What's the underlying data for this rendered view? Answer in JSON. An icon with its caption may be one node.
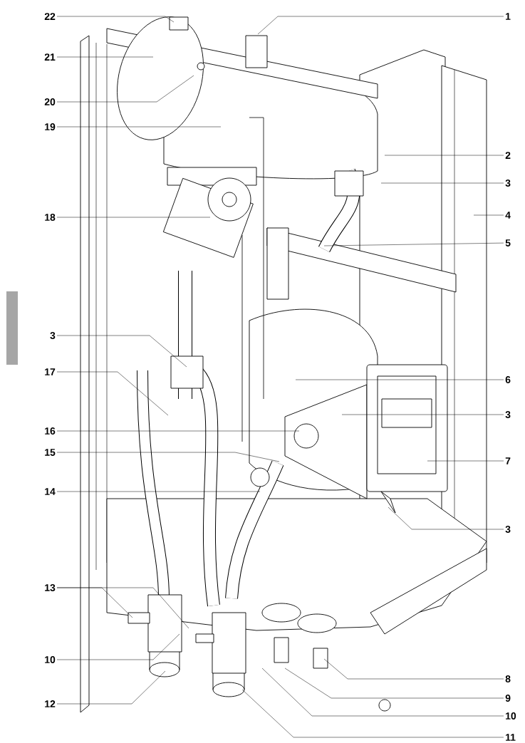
{
  "diagram": {
    "nodes": [
      {
        "text": [
          "22"
        ]
      },
      {
        "text": [
          "1"
        ]
      },
      {
        "text": [
          "21"
        ]
      },
      {
        "text": [
          "20"
        ]
      },
      {
        "text": [
          "19"
        ]
      },
      {
        "text": [
          "2"
        ]
      },
      {
        "text": [
          "3"
        ]
      },
      {
        "text": [
          "4"
        ]
      },
      {
        "text": [
          "18"
        ]
      },
      {
        "text": [
          "5"
        ]
      },
      {
        "text": [
          "3"
        ]
      },
      {
        "text": [
          "6"
        ]
      },
      {
        "text": [
          "17"
        ]
      },
      {
        "text": [
          "3"
        ]
      },
      {
        "text": [
          "16"
        ]
      },
      {
        "text": [
          "15"
        ]
      },
      {
        "text": [
          "7"
        ]
      },
      {
        "text": [
          "14"
        ]
      },
      {
        "text": [
          "3"
        ]
      },
      {
        "text": [
          "13"
        ]
      },
      {
        "text": [
          "8"
        ]
      },
      {
        "text": [
          "10"
        ]
      },
      {
        "text": [
          "9"
        ]
      },
      {
        "text": [
          "12"
        ]
      },
      {
        "text": [
          "10"
        ]
      },
      {
        "text": [
          "11"
        ]
      }
    ],
    "edges": [
      {
        "from": 0,
        "to": null,
        "arrow": "none"
      },
      {
        "from": 1,
        "to": null,
        "arrow": "none"
      },
      {
        "from": 2,
        "to": null,
        "arrow": "none"
      },
      {
        "from": 3,
        "to": null,
        "arrow": "none"
      },
      {
        "from": 4,
        "to": null,
        "arrow": "none"
      },
      {
        "from": 5,
        "to": null,
        "arrow": "none"
      },
      {
        "from": 6,
        "to": null,
        "arrow": "none"
      },
      {
        "from": 7,
        "to": null,
        "arrow": "none"
      },
      {
        "from": 8,
        "to": null,
        "arrow": "none"
      },
      {
        "from": 9,
        "to": null,
        "arrow": "none"
      },
      {
        "from": 10,
        "to": null,
        "arrow": "none"
      },
      {
        "from": 11,
        "to": null,
        "arrow": "none"
      },
      {
        "from": 12,
        "to": null,
        "arrow": "none"
      },
      {
        "from": 13,
        "to": null,
        "arrow": "none"
      },
      {
        "from": 14,
        "to": null,
        "arrow": "none"
      },
      {
        "from": 15,
        "to": null,
        "arrow": "none"
      },
      {
        "from": 16,
        "to": null,
        "arrow": "none"
      },
      {
        "from": 17,
        "to": null,
        "arrow": "none"
      },
      {
        "from": 18,
        "to": null,
        "arrow": "none"
      },
      {
        "from": 19,
        "to": null,
        "arrow": "none"
      },
      {
        "from": 19,
        "to": null,
        "arrow": "none"
      },
      {
        "from": 20,
        "to": null,
        "arrow": "none"
      },
      {
        "from": 21,
        "to": null,
        "arrow": "none"
      },
      {
        "from": 22,
        "to": null,
        "arrow": "none"
      },
      {
        "from": 23,
        "to": null,
        "arrow": "none"
      },
      {
        "from": 24,
        "to": null,
        "arrow": "none"
      },
      {
        "from": 25,
        "to": null,
        "arrow": "none"
      }
    ]
  }
}
